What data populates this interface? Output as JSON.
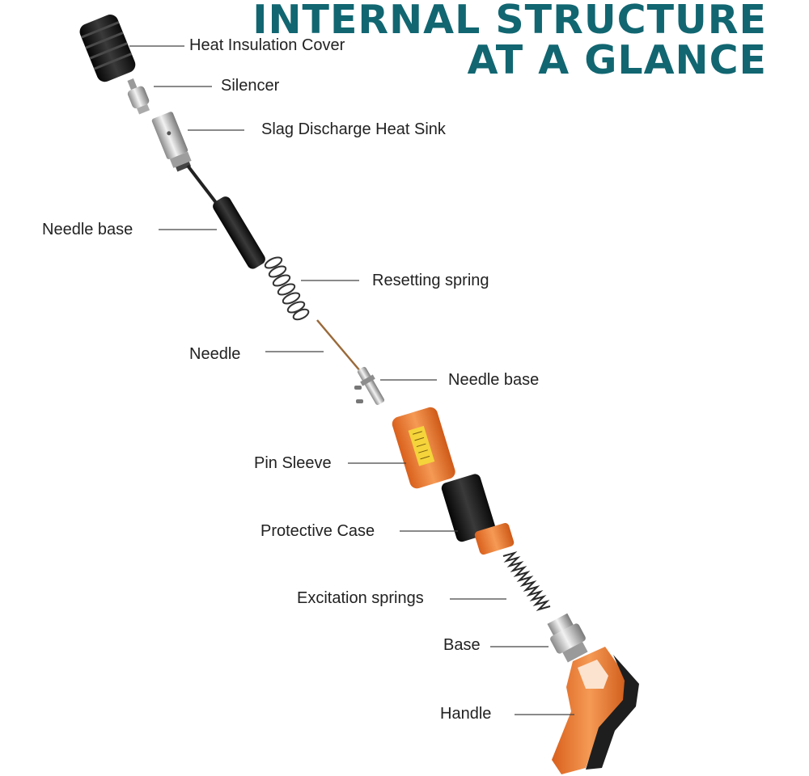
{
  "title": {
    "line1": "INTERNAL STRUCTURE",
    "line2": "AT A GLANCE"
  },
  "parts": {
    "heat_insulation_cover": "Heat Insulation Cover",
    "silencer": "Silencer",
    "slag_discharge_heat_sink": "Slag Discharge Heat Sink",
    "needle_base_upper": "Needle base",
    "resetting_spring": "Resetting spring",
    "needle": "Needle",
    "needle_base_lower": "Needle base",
    "pin_sleeve": "Pin Sleeve",
    "protective_case": "Protective Case",
    "excitation_springs": "Excitation springs",
    "base": "Base",
    "handle": "Handle"
  },
  "colors": {
    "title": "#116671",
    "orange": "#e8762d",
    "black": "#1c1c1c",
    "chrome": "#c9c9c9"
  }
}
